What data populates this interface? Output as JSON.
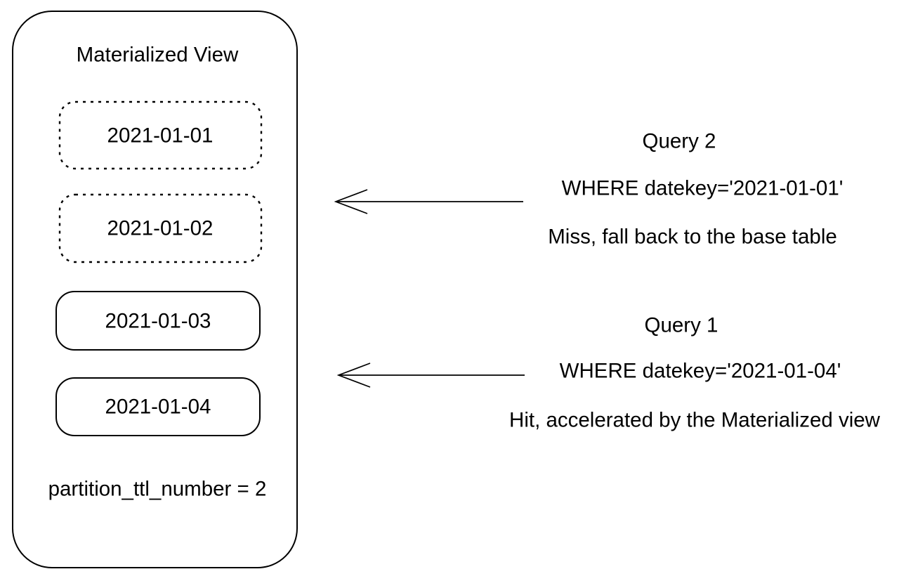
{
  "materialized_view": {
    "title": "Materialized View",
    "partitions": [
      {
        "label": "2021-01-01",
        "style": "dashed"
      },
      {
        "label": "2021-01-02",
        "style": "dashed"
      },
      {
        "label": "2021-01-03",
        "style": "solid"
      },
      {
        "label": "2021-01-04",
        "style": "solid"
      }
    ],
    "footnote": "partition_ttl_number = 2"
  },
  "queries": [
    {
      "name": "Query 2",
      "where_clause": "WHERE datekey='2021-01-01'",
      "result": "Miss, fall back to the base table"
    },
    {
      "name": "Query 1",
      "where_clause": "WHERE datekey='2021-01-04'",
      "result": "Hit, accelerated by the Materialized view"
    }
  ],
  "colors": {
    "stroke": "#000000",
    "text": "#000000",
    "background": "#ffffff"
  }
}
